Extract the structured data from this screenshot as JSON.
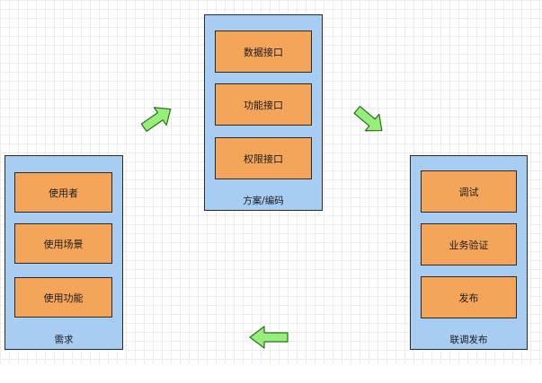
{
  "colors": {
    "container_fill": "#a8cdf3",
    "box_fill": "#f5a55a",
    "stroke": "#2a2a2a",
    "arrow_fill": "#96ef7a",
    "arrow_stroke": "#2e6b1f"
  },
  "groups": {
    "requirements": {
      "label": "需求",
      "items": [
        "使用者",
        "使用场景",
        "使用功能"
      ]
    },
    "design": {
      "label": "方案/编码",
      "items": [
        "数据接口",
        "功能接口",
        "权限接口"
      ]
    },
    "release": {
      "label": "联调发布",
      "items": [
        "调试",
        "业务验证",
        "发布"
      ]
    }
  },
  "arrows": [
    {
      "name": "arrow-requirements-to-design",
      "direction": "up-right"
    },
    {
      "name": "arrow-design-to-release",
      "direction": "down-right"
    },
    {
      "name": "arrow-release-to-requirements",
      "direction": "left"
    }
  ]
}
